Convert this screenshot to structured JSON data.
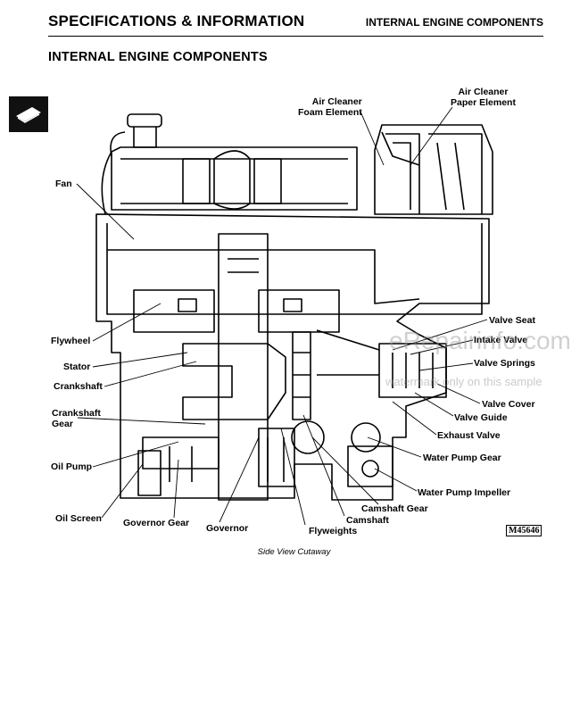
{
  "header": {
    "left": "SPECIFICATIONS & INFORMATION",
    "right": "INTERNAL ENGINE COMPONENTS"
  },
  "section_title": "INTERNAL ENGINE COMPONENTS",
  "labels": {
    "air_cleaner_foam": [
      "Air Cleaner",
      "Foam Element"
    ],
    "air_cleaner_paper": [
      "Air Cleaner",
      "Paper Element"
    ],
    "fan": "Fan",
    "flywheel": "Flywheel",
    "stator": "Stator",
    "crankshaft": "Crankshaft",
    "crankshaft_gear": [
      "Crankshaft",
      "Gear"
    ],
    "oil_pump": "Oil Pump",
    "oil_screen": "Oil Screen",
    "governor_gear": "Governor Gear",
    "governor": "Governor",
    "flyweights": "Flyweights",
    "camshaft": "Camshaft",
    "camshaft_gear": "Camshaft Gear",
    "water_pump_impeller": "Water Pump Impeller",
    "water_pump_gear": "Water Pump Gear",
    "exhaust_valve": "Exhaust Valve",
    "valve_guide": "Valve Guide",
    "valve_cover": "Valve Cover",
    "valve_springs": "Valve Springs",
    "intake_valve": "Intake Valve",
    "valve_seat": "Valve Seat"
  },
  "model_number": "M45646",
  "caption": "Side View Cutaway",
  "watermark": {
    "main": "eRepairinfo.com",
    "sub": "watermark only on this sample"
  }
}
